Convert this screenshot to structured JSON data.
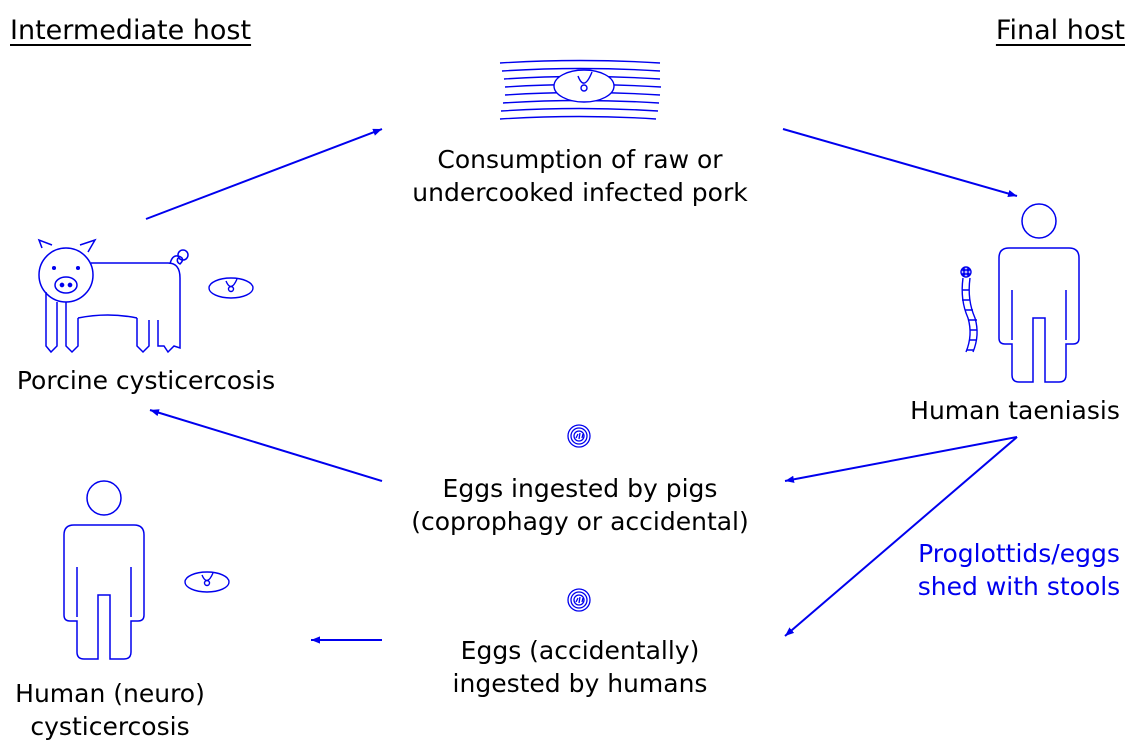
{
  "headers": {
    "intermediate_host": "Intermediate host",
    "final_host": "Final host"
  },
  "nodes": {
    "pork": {
      "line1": "Consumption of raw or",
      "line2": "undercooked infected pork"
    },
    "porcine": {
      "line1": "Porcine cysticercosis"
    },
    "taeniasis": {
      "line1": "Human taeniasis"
    },
    "eggs_pigs": {
      "line1": "Eggs ingested by pigs",
      "line2": "(coprophagy or accidental)"
    },
    "eggs_humans": {
      "line1": "Eggs (accidentally)",
      "line2": "ingested by humans"
    },
    "neuro": {
      "line1": "Human (neuro)",
      "line2": "cysticercosis"
    }
  },
  "edge_labels": {
    "shed": {
      "line1": "Proglottids/eggs",
      "line2": "shed with stools"
    }
  },
  "colors": {
    "diagram_blue": "#0000ee",
    "text": "#000000",
    "background": "#ffffff"
  }
}
